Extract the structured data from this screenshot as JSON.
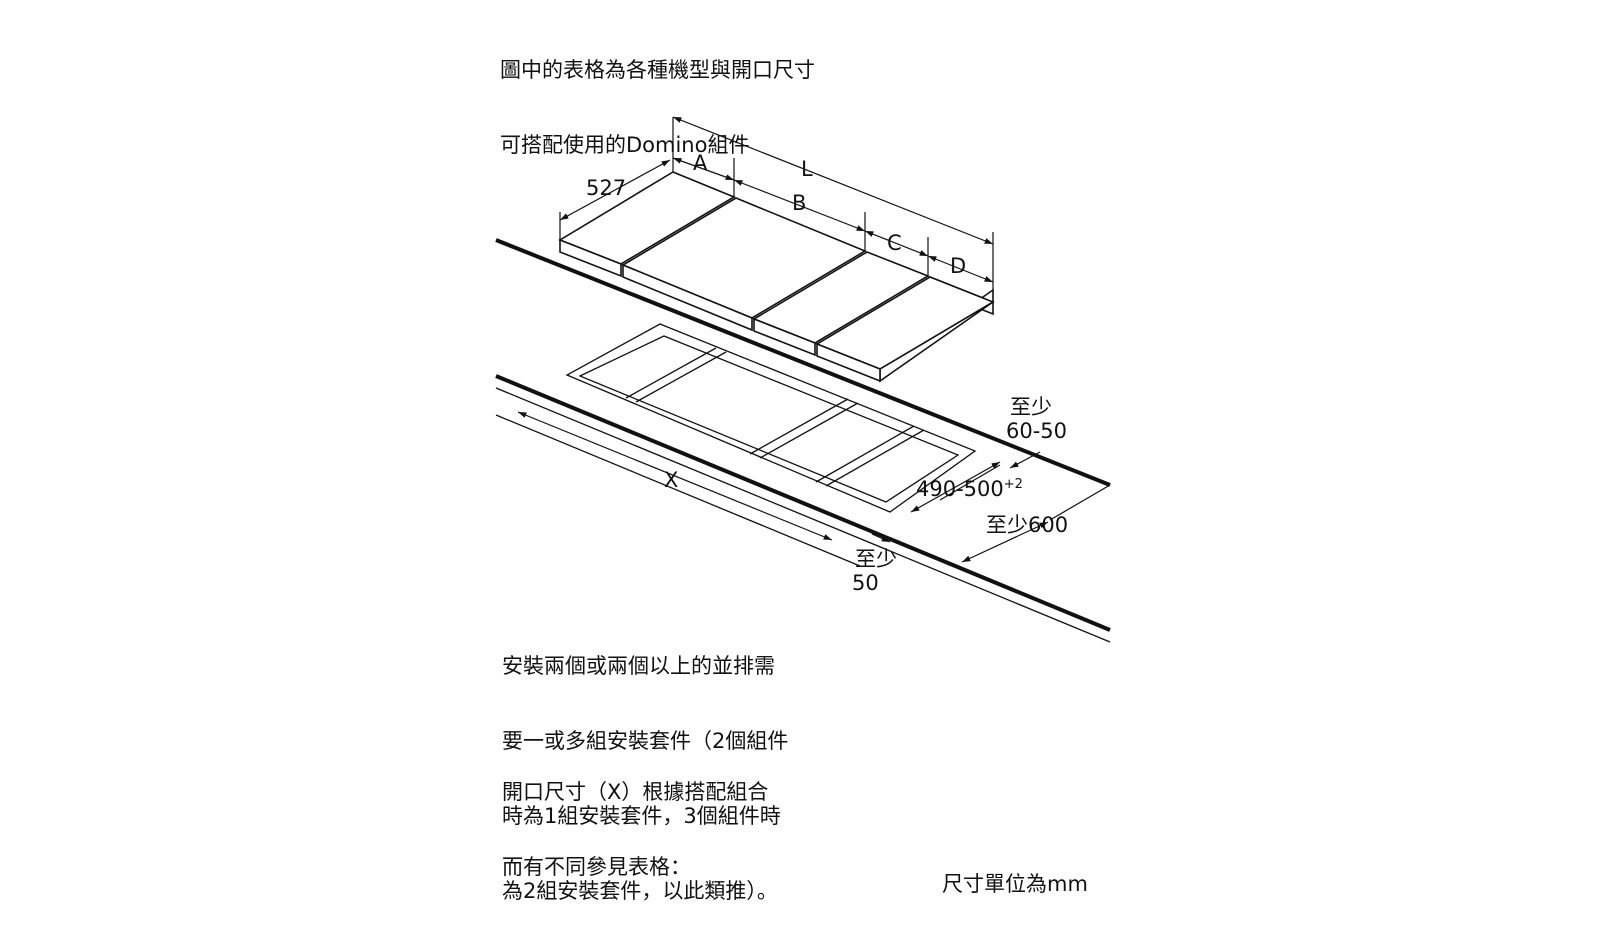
{
  "intro": {
    "lines": [
      "圖中的表格為各種機型與開口尺寸",
      "可搭配使用的Domino組件"
    ]
  },
  "labels": {
    "depth": "527",
    "A": "A",
    "L": "L",
    "B": "B",
    "C": "C",
    "D": "D",
    "X": "X",
    "min_60_50_top": "至少",
    "min_60_50_value": "60-50",
    "cutout_depth": "490-500",
    "cutout_tol": "+2",
    "min_600": "至少600",
    "min_50_top": "至少",
    "min_50_value": "50"
  },
  "notes": {
    "install": [
      "安裝兩個或兩個以上的並排需",
      "要一或多組安裝套件（2個組件",
      "時為1組安裝套件，3個組件時",
      "為2組安裝套件，以此類推）。"
    ],
    "cutout": [
      "開口尺寸（X）根據搭配組合",
      "而有不同參見表格："
    ]
  },
  "units_note": "尺寸單位為mm"
}
